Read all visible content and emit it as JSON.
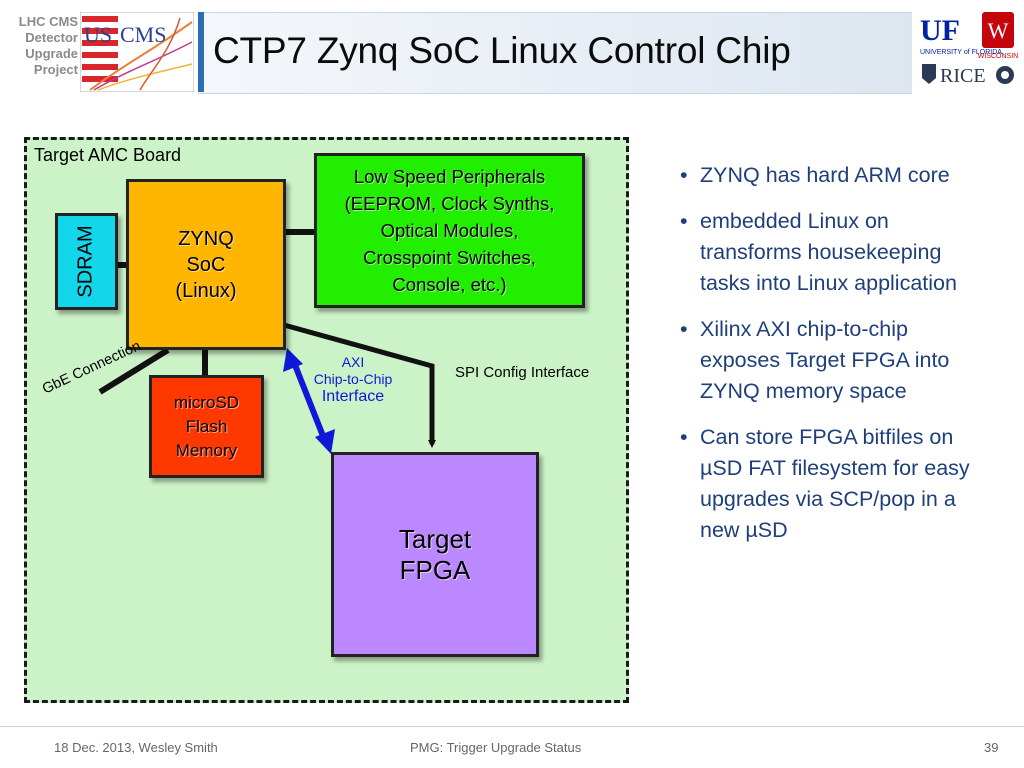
{
  "header": {
    "side_label_lines": [
      "LHC CMS",
      "Detector",
      "Upgrade",
      "Project"
    ],
    "title": "CTP7 Zynq SoC Linux Control Chip",
    "logo_texts": [
      "US",
      "CMS"
    ],
    "partner_logos": [
      "UF",
      "UNIVERSITY of FLORIDA",
      "WISCONSIN",
      "RICE"
    ]
  },
  "diagram": {
    "board_title": "Target AMC Board",
    "zynq_lines": [
      "ZYNQ",
      "SoC",
      "(Linux)"
    ],
    "peripherals_lines": [
      "Low Speed Peripherals",
      "(EEPROM, Clock Synths,",
      "Optical Modules,",
      "Crosspoint Switches,",
      "Console, etc.)"
    ],
    "sdram": "SDRAM",
    "microsd_lines": [
      "microSD",
      "Flash",
      "Memory"
    ],
    "fpga_lines": [
      "Target",
      "FPGA"
    ],
    "gbe": "GbE Connection",
    "axi_lines": [
      "AXI",
      "Chip-to-Chip",
      "Interface"
    ],
    "spi": "SPI Config Interface"
  },
  "bullets": [
    "ZYNQ has hard ARM core",
    "embedded Linux on transforms housekeeping tasks into Linux application",
    "Xilinx AXI chip-to-chip exposes Target FPGA into ZYNQ memory space",
    "Can store FPGA bitfiles on µSD FAT filesystem for easy upgrades via SCP/pop in a new µSD"
  ],
  "footer": {
    "date": "18 Dec. 2013, Wesley Smith",
    "center": "PMG: Trigger Upgrade Status",
    "page": "39"
  },
  "colors": {
    "board_bg": "#ccf2c8",
    "zynq": "#ffb600",
    "peripherals": "#22ee00",
    "sdram": "#12d6ea",
    "microsd": "#ff3800",
    "fpga": "#bb88ff",
    "axi_arrow": "#1018d8",
    "bullet_text": "#1f3f7a"
  }
}
